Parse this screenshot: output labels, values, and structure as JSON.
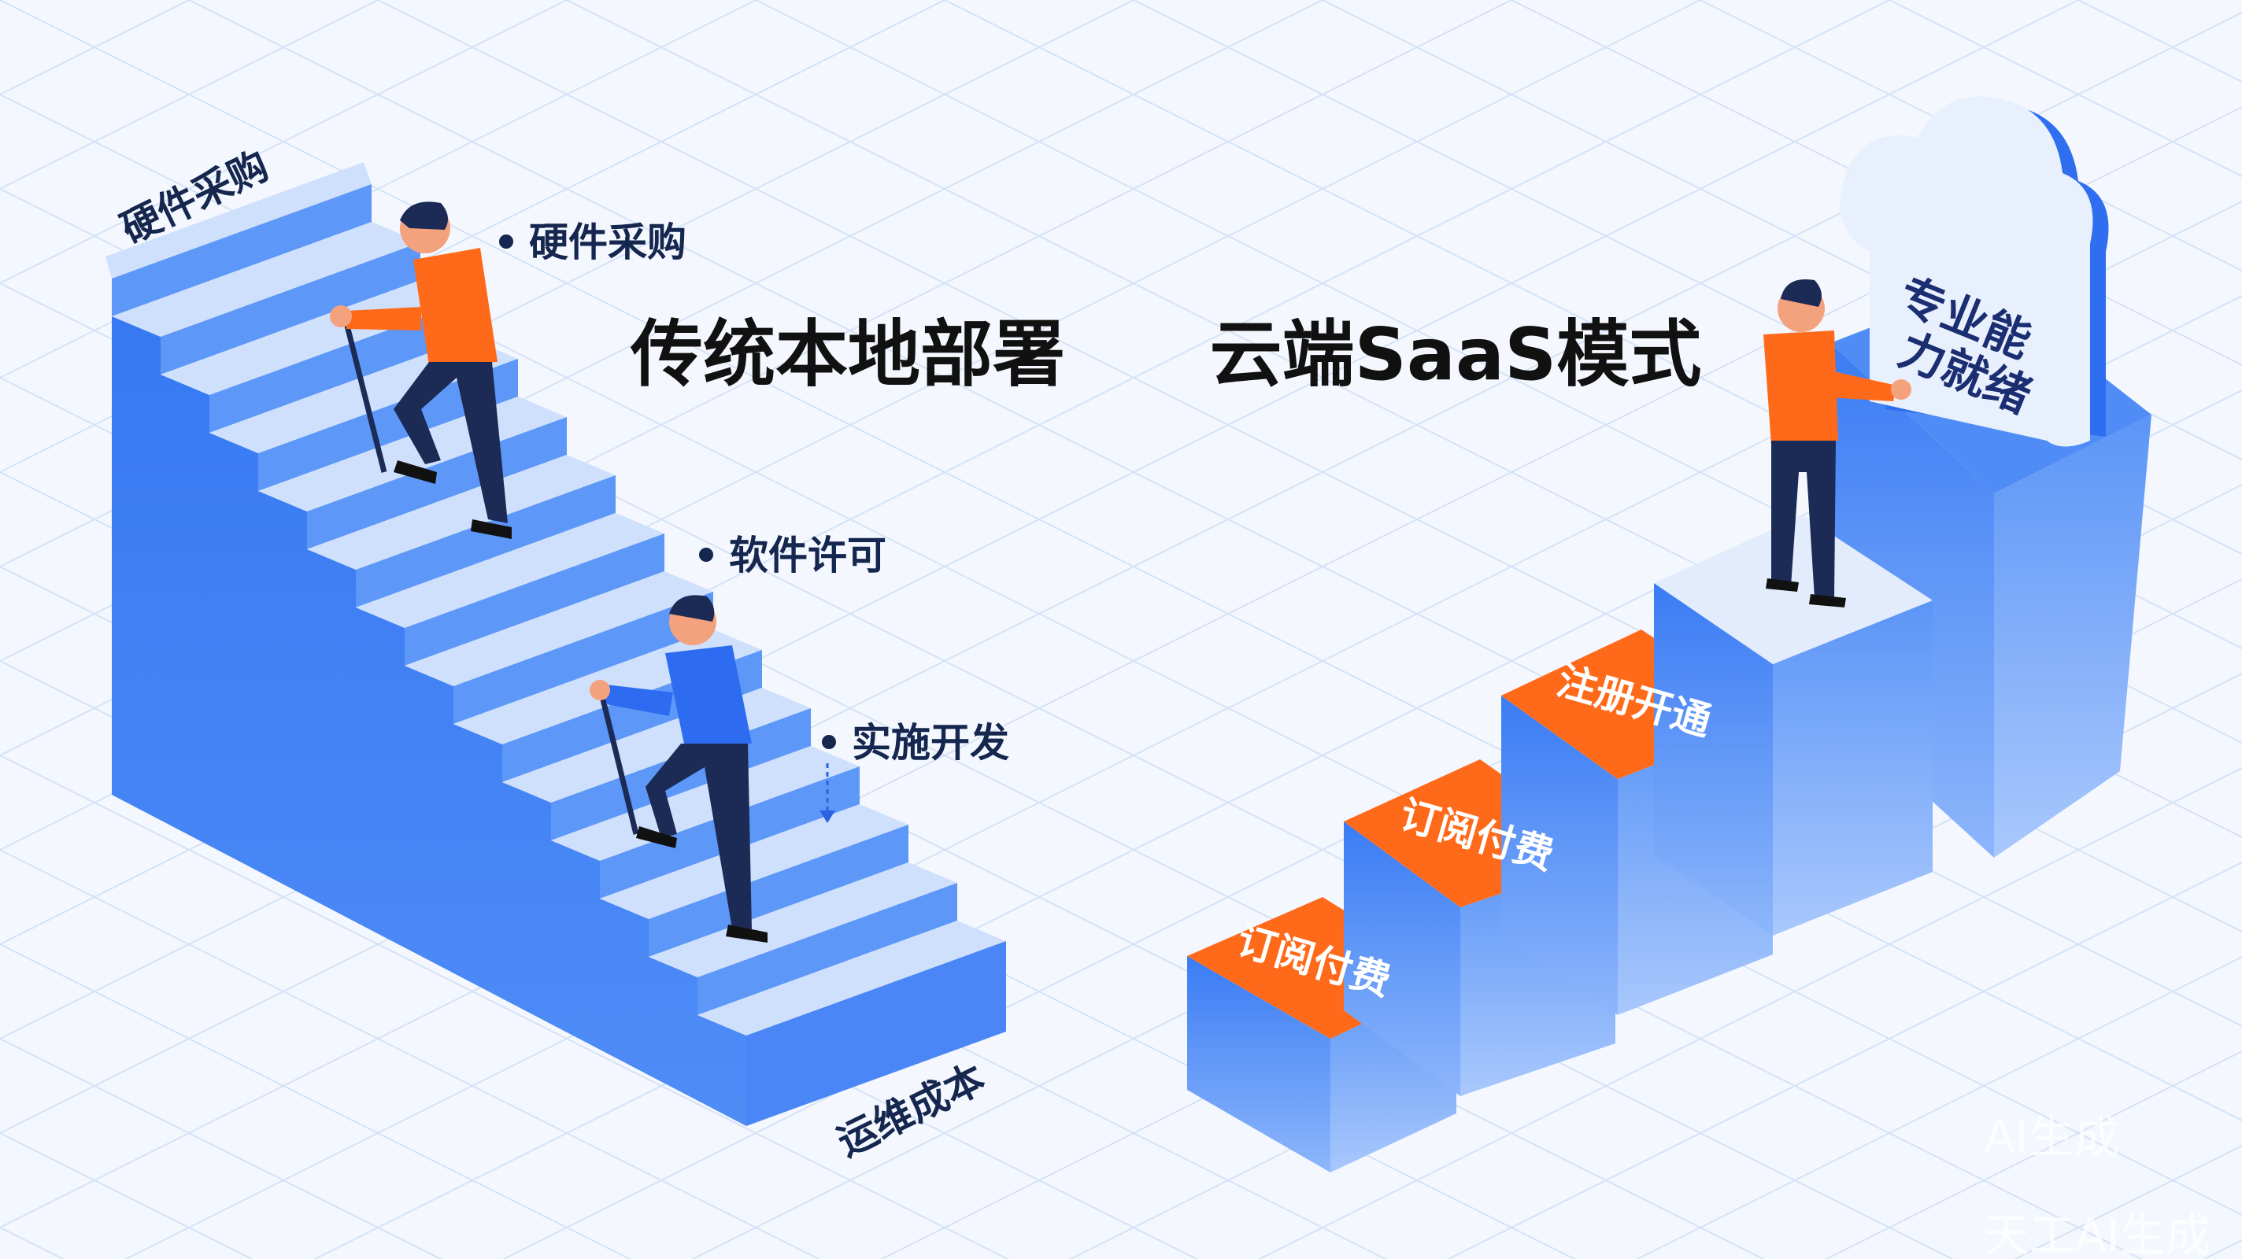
{
  "titles": {
    "traditional": "传统本地部署",
    "saas": "云端SaaS模式"
  },
  "staircase": {
    "top_label": "硬件采购",
    "bottom_label": "运维成本",
    "bullets": [
      "硬件采购",
      "软件许可",
      "实施开发"
    ]
  },
  "blocks": {
    "labels": [
      "订阅付费",
      "订阅付费",
      "注册开通"
    ],
    "cloud_line1": "专业能",
    "cloud_line2": "力就绪"
  },
  "watermark": {
    "line1": "AI生成",
    "line2": "天工AI生成"
  },
  "colors": {
    "blue": "#3b7cf2",
    "blue_dark": "#2a62e0",
    "blue_light": "#cfe0fd",
    "orange": "#ff6a1a",
    "navy": "#15264f"
  }
}
